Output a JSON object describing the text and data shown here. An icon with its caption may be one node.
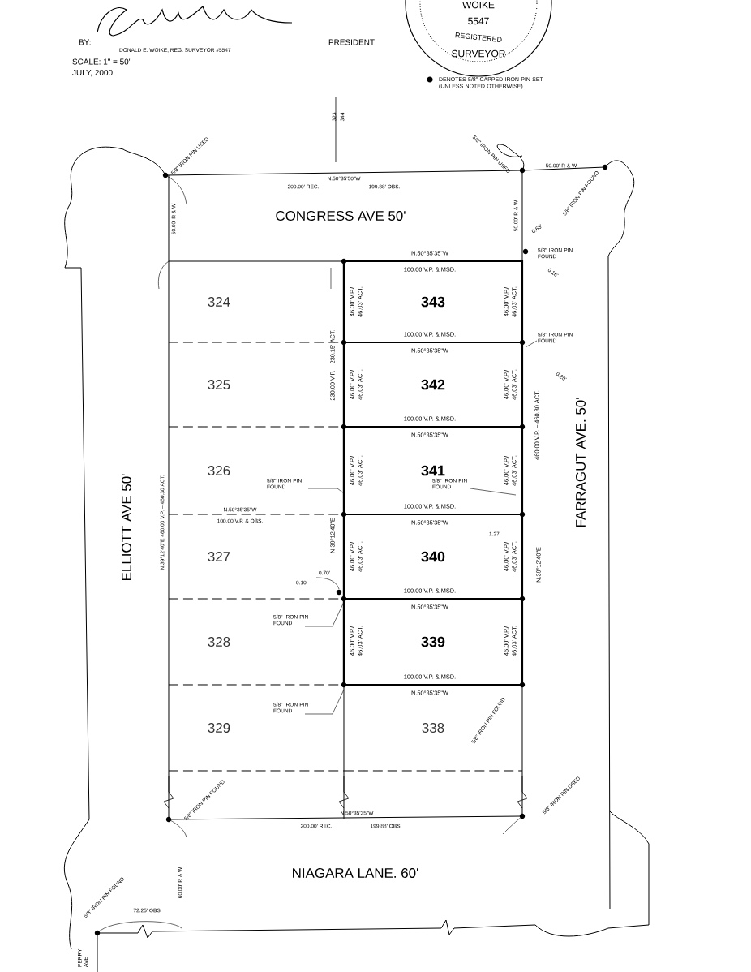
{
  "diagram": {
    "nodes": [
      {
        "text": [
          "324"
        ]
      },
      {
        "text": [
          "343"
        ]
      },
      {
        "text": [
          "325"
        ]
      },
      {
        "text": [
          "342"
        ]
      },
      {
        "text": [
          "326"
        ]
      },
      {
        "text": [
          "341"
        ]
      },
      {
        "text": [
          "327"
        ]
      },
      {
        "text": [
          "340"
        ]
      },
      {
        "text": [
          "328"
        ]
      },
      {
        "text": [
          "339"
        ]
      },
      {
        "text": [
          "329"
        ]
      },
      {
        "text": [
          "338"
        ]
      }
    ],
    "labels": [
      "BY:",
      "PRESIDENT",
      "DONALD E. WOIKE, REG. SURVEYOR #5547",
      "SCALE: 1\" = 50'",
      "JULY, 2000",
      "WOIKE",
      "5547",
      "REGISTERED",
      "SURVEYOR",
      "323",
      "344",
      "5/8\" IRON PIN USED",
      "5/8\" IRON PIN USED",
      "50.00' R & W",
      "N.50°35'50\"W",
      "200.00' REC.",
      "199.88' OBS.",
      "5/8\" IRON PIN FOUND",
      "CONGRESS AVE 50'",
      "50.00' R & W",
      "50.00' R & W",
      "0.63'",
      "5/8\" IRON PIN FOUND",
      "0.16'",
      "N.50°35'35\"W",
      "100.00 V.P. & MSD.",
      "46.00' V.P./",
      "46.03' ACT.",
      "46.00' V.P./",
      "46.03' ACT.",
      "100.00 V.P. & MSD.",
      "N.50°35'35\"W",
      "5/8\" IRON PIN FOUND",
      "0.20'",
      "46.00' V.P./",
      "46.03' ACT.",
      "46.00' V.P./",
      "46.03' ACT.",
      "100.00 V.P. & MSD.",
      "N.50°35'35\"W",
      "230.00 V.P. – 230.15' ACT.",
      "460.00 V.P. – 460.30 ACT.",
      "FARRAGUT AVE. 50'",
      "ELLIOTT AVE 50'",
      "N.39°12'40\"E 460.00 V.P. – 460.30 ACT.",
      "46.00' V.P./",
      "46.03' ACT.",
      "46.00' V.P./",
      "46.03' ACT.",
      "5/8\" IRON PIN FOUND",
      "5/8\" IRON PIN FOUND",
      "100.00 V.P. & MSD.",
      "N.50°35'35\"W",
      "N.50°35'35\"W",
      "100.00 V.P. & OBS.",
      "N.39°12'40\"E",
      "1.27'",
      "0.10'",
      "0.70'",
      "46.00' V.P./",
      "46.03' ACT.",
      "46.00' V.P./",
      "46.03' ACT.",
      "N.39°12'40\"E",
      "100.00 V.P. & MSD.",
      "N.50°35'35\"W",
      "5/8\" IRON PIN FOUND",
      "46.00' V.P./",
      "46.03' ACT.",
      "46.00' V.P./",
      "46.03' ACT.",
      "100.00 V.P. & MSD.",
      "N.50°35'35\"W",
      "5/8\" IRON PIN FOUND",
      "5/8\" IRON PIN FOUND",
      "5/8\" IRON PIN FOUND",
      "5/8\" IRON PIN USED",
      "N.50°35'35\"W",
      "200.00' REC.",
      "199.88' OBS.",
      "NIAGARA LANE. 60'",
      "60.00' R & W",
      "5/8\" IRON PIN FOUND",
      "72.25' OBS.",
      "PERRY AVE"
    ],
    "legend": [
      {
        "text": "DENOTES 5/8\" CAPPED IRON PIN SET (UNLESS NOTED OTHERWISE)"
      }
    ]
  }
}
